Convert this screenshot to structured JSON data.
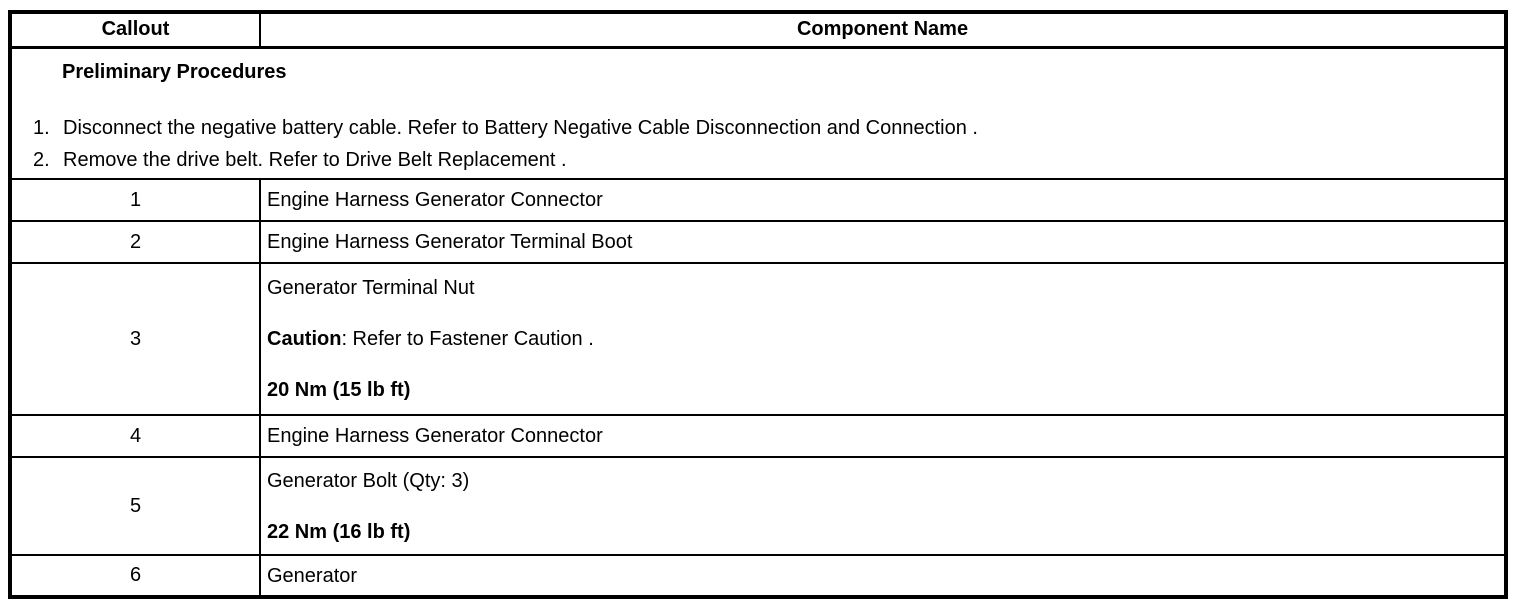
{
  "header": {
    "callout": "Callout",
    "component": "Component Name"
  },
  "preliminary": {
    "title": "Preliminary Procedures",
    "steps": [
      {
        "num": "1.",
        "text": "Disconnect the negative battery cable. Refer to Battery Negative Cable Disconnection and Connection ."
      },
      {
        "num": "2.",
        "text": "Remove the drive belt. Refer to Drive Belt Replacement ."
      }
    ]
  },
  "rows": [
    {
      "callout": "1",
      "component": "Engine Harness Generator Connector"
    },
    {
      "callout": "2",
      "component": "Engine Harness Generator Terminal Boot"
    },
    {
      "callout": "3",
      "component": "Generator Terminal Nut",
      "caution_label": "Caution",
      "caution_rest": ": Refer to Fastener Caution .",
      "torque": "20 Nm (15 lb ft)"
    },
    {
      "callout": "4",
      "component": "Engine Harness Generator Connector"
    },
    {
      "callout": "5",
      "component": "Generator Bolt (Qty: 3)",
      "torque": "22 Nm (16 lb ft)"
    },
    {
      "callout": "6",
      "component": "Generator"
    }
  ],
  "colors": {
    "border": "#000000",
    "text": "#000000",
    "background": "#ffffff"
  }
}
